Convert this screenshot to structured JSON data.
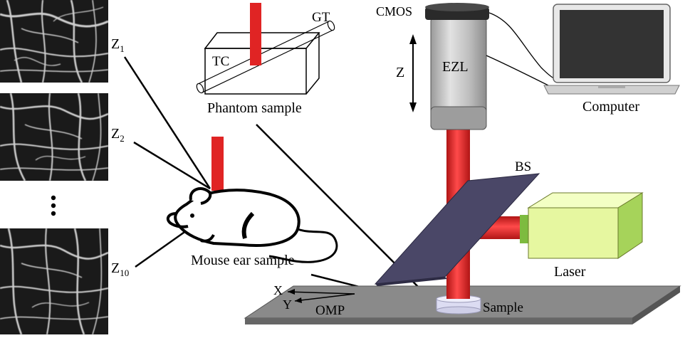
{
  "figure": {
    "depth_labels": {
      "first": "Z",
      "first_sub": "1",
      "second": "Z",
      "second_sub": "2",
      "last": "Z",
      "last_sub": "10"
    },
    "phantom": {
      "gt_label": "GT",
      "tc_label": "TC",
      "caption": "Phantom sample"
    },
    "mouse": {
      "caption": "Mouse ear sample"
    },
    "microscope": {
      "cmos_label": "CMOS",
      "ezl_label": "EZL",
      "z_axis_label": "Z",
      "bs_label": "BS",
      "laser_label": "Laser",
      "sample_label": "Sample",
      "platform_label": "OMP"
    },
    "computer": {
      "caption": "Computer"
    },
    "axes": {
      "x_label": "X",
      "y_label": "Y"
    }
  },
  "colors": {
    "laser_beam": "#e02424",
    "beam_splitter": "#4a4767",
    "laser_body": "#e6f7a0",
    "laser_side": "#a6d35a",
    "platform": "#8a8a8a",
    "lens_body": "#c8c8c8",
    "camera": "#2a2a2a",
    "sample_dish": "#dcdcf2"
  }
}
